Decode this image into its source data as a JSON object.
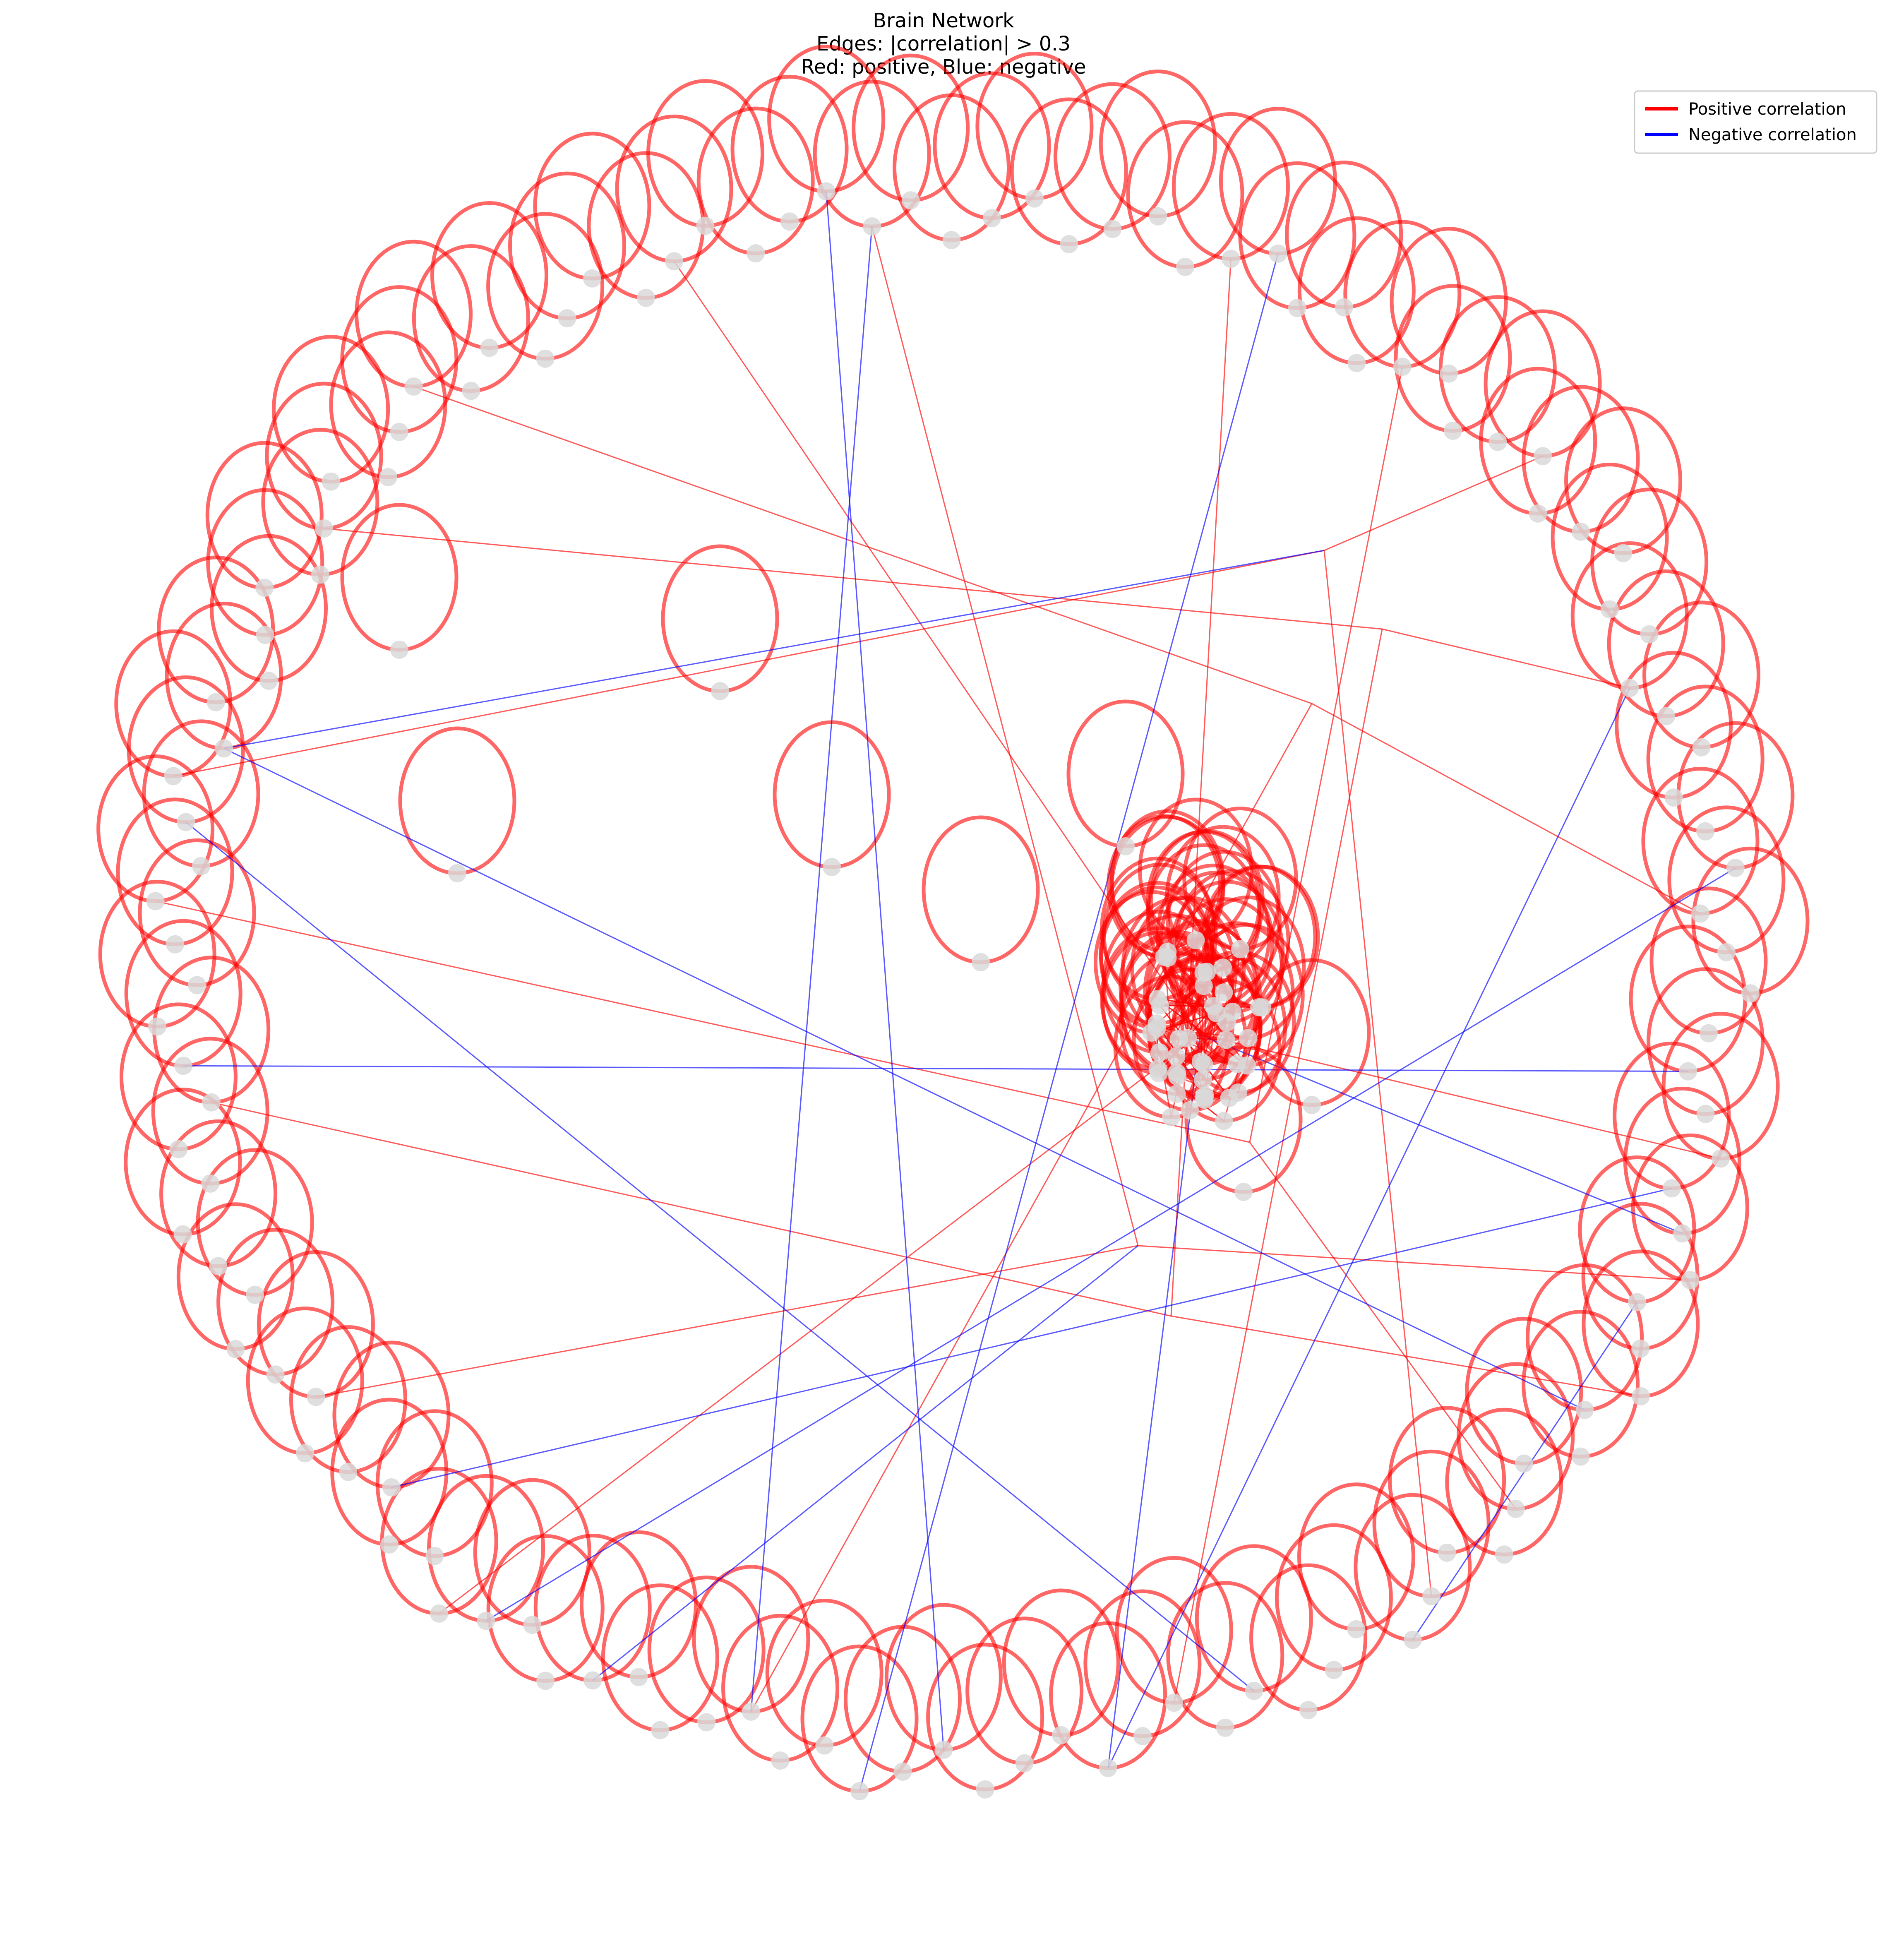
{
  "title": {
    "line1": "Brain Network",
    "line2": "Edges: |correlation| > 0.3",
    "line3": "Red: positive, Blue: negative"
  },
  "legend": {
    "position": "top-right",
    "items": [
      {
        "label": "Positive correlation",
        "color": "#ff0000"
      },
      {
        "label": "Negative correlation",
        "color": "#0000ff"
      }
    ]
  },
  "colors": {
    "positive": "#ff0000",
    "negative": "#0000ff",
    "node": "#d9d9d9",
    "background": "#ffffff"
  },
  "chart_data": {
    "type": "network",
    "layout": "spring",
    "threshold": 0.3,
    "self_loops": "every node",
    "edge_color_rule": {
      "positive": "red",
      "negative": "blue"
    },
    "grid": false,
    "axes": false
  }
}
